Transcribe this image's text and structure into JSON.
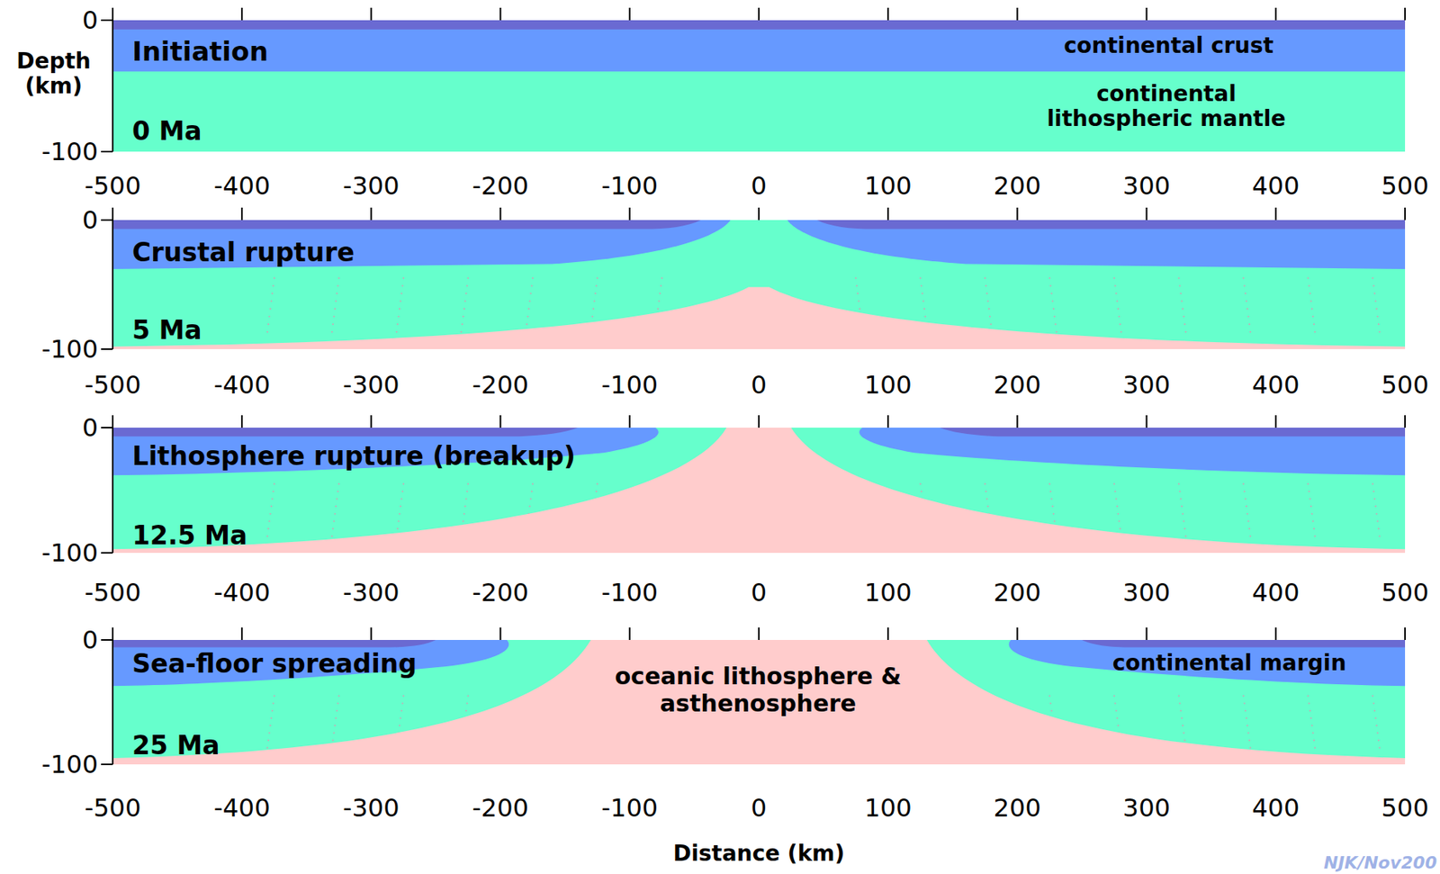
{
  "diagram": {
    "nodes": [
      {
        "text": [
          "Initiation",
          "0 Ma",
          "continental crust",
          "continental lithospheric mantle"
        ]
      },
      {
        "text": [
          "Crustal rupture",
          "5 Ma"
        ]
      },
      {
        "text": [
          "Lithosphere rupture (breakup)",
          "12.5 Ma"
        ]
      },
      {
        "text": [
          "Sea-floor spreading",
          "25 Ma",
          "oceanic lithosphere & asthenosphere",
          "continental margin"
        ]
      }
    ],
    "labels": [
      "Depth (km)",
      "0",
      "-100",
      "-500",
      "-400",
      "-300",
      "-200",
      "-100",
      "0",
      "100",
      "200",
      "300",
      "400",
      "500",
      "0",
      "-100",
      "-500",
      "-400",
      "-300",
      "-200",
      "-100",
      "0",
      "100",
      "200",
      "300",
      "400",
      "500",
      "0",
      "-100",
      "-500",
      "-400",
      "-300",
      "-200",
      "-100",
      "0",
      "100",
      "200",
      "300",
      "400",
      "500",
      "0",
      "-100",
      "-500",
      "-400",
      "-300",
      "-200",
      "-100",
      "0",
      "100",
      "200",
      "300",
      "400",
      "500",
      "Distance (km)",
      "NJK/Nov200"
    ]
  }
}
